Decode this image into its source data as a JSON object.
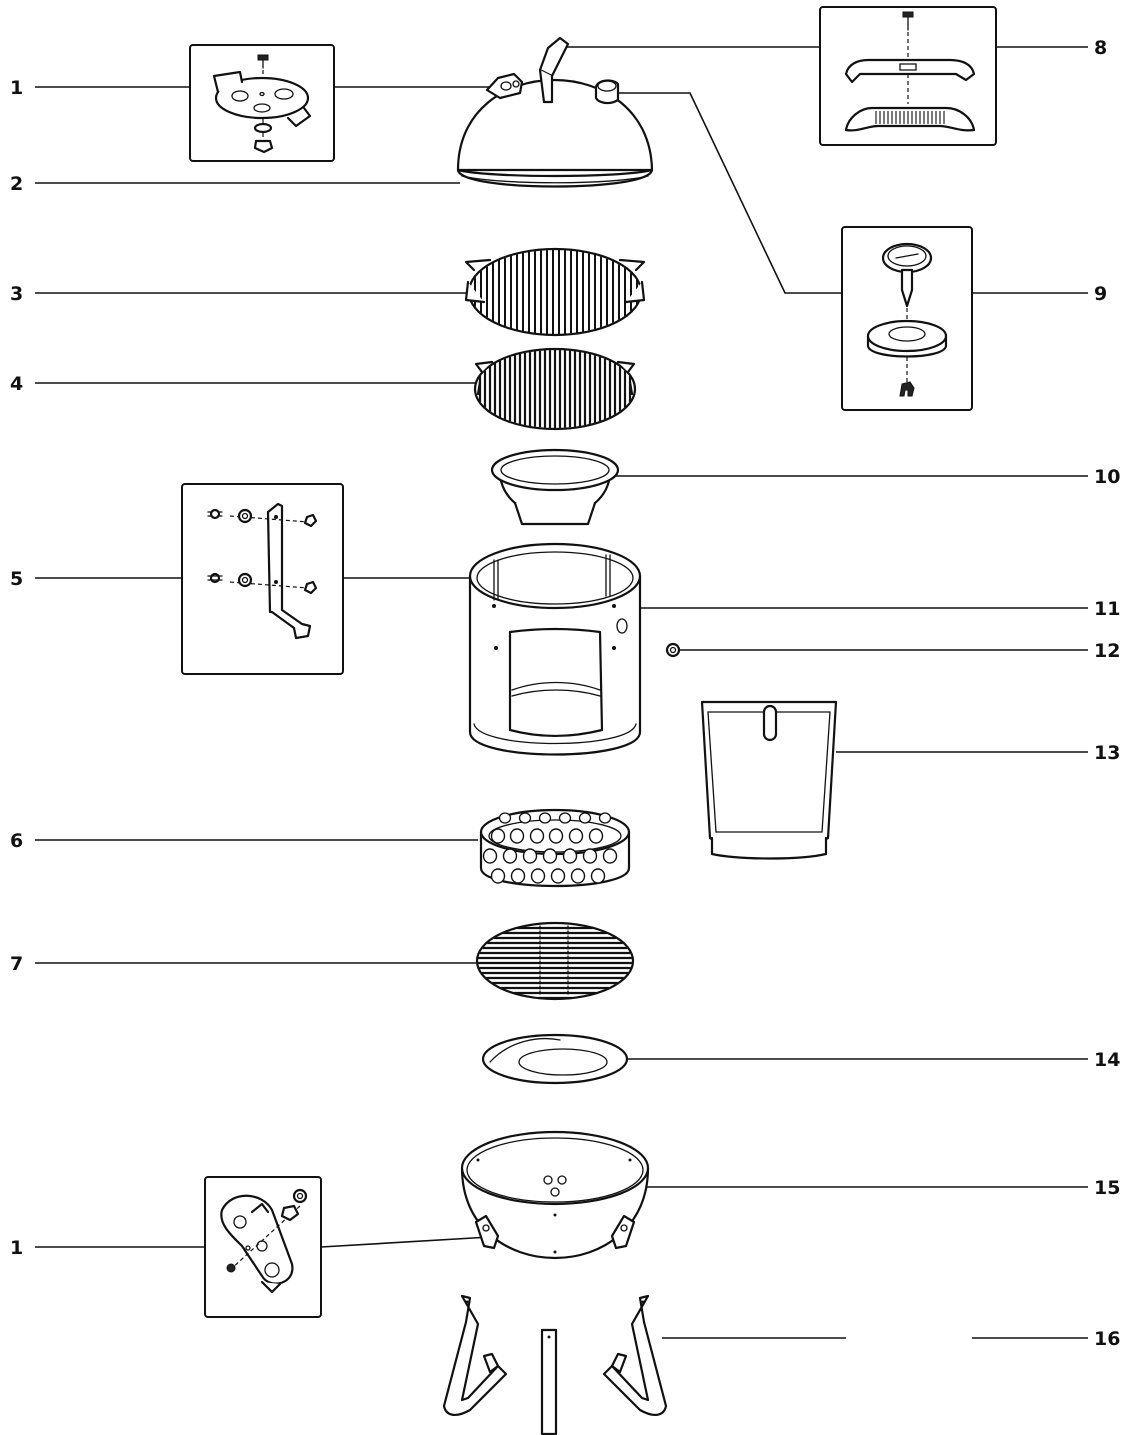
{
  "callouts": [
    "1",
    "2",
    "3",
    "4",
    "5",
    "6",
    "7",
    "1",
    "8",
    "9",
    "10",
    "11",
    "12",
    "13",
    "14",
    "15",
    "16"
  ]
}
